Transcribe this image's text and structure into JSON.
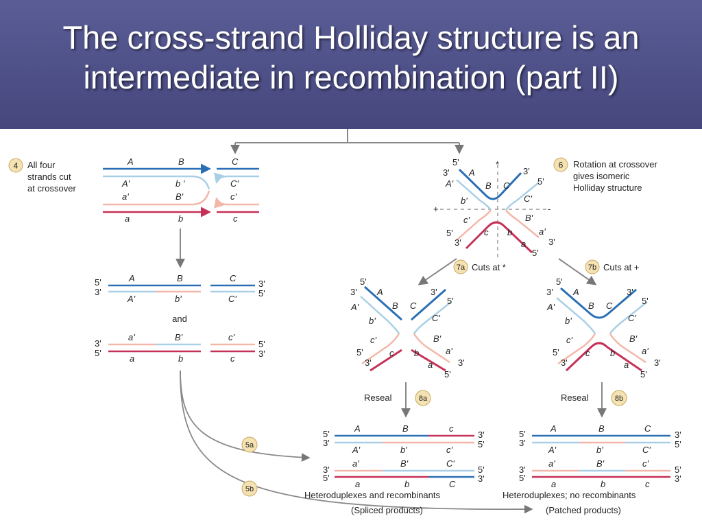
{
  "slide": {
    "title_line1": "The cross-strand Holliday structure is an",
    "title_line2": "intermediate in recombination (part II)"
  },
  "colors": {
    "title_bg": "#4e5088",
    "blue_strand": "#2a6fb5",
    "light_blue_strand": "#a9cfe6",
    "pink_strand": "#f2b7a8",
    "red_strand": "#c63157",
    "arrow_gray": "#888888",
    "badge_fill": "#f5e2b2"
  },
  "diagram": {
    "step4": {
      "badge": "4",
      "caption": [
        "All four",
        "strands cut",
        "at crossover"
      ],
      "top_labels": [
        "A",
        "B",
        "C"
      ],
      "row2": [
        "A'",
        "b '",
        "C'"
      ],
      "row3": [
        "a'",
        "B'",
        "c'"
      ],
      "bottom_labels": [
        "a",
        "b",
        "c"
      ]
    },
    "duplex1": {
      "top": [
        "A",
        "B",
        "C"
      ],
      "bottom": [
        "A'",
        "b'",
        "C'"
      ],
      "left_ends": [
        "5'",
        "3'"
      ],
      "right_ends": [
        "3'",
        "5'"
      ]
    },
    "and_word": "and",
    "duplex2": {
      "top": [
        "a'",
        "B'",
        "c'"
      ],
      "bottom": [
        "a",
        "b",
        "c"
      ],
      "left_ends": [
        "3'",
        "5'"
      ],
      "right_ends": [
        "5'",
        "3'"
      ]
    },
    "step6": {
      "badge": "6",
      "caption": [
        "Rotation at crossover",
        "gives isomeric",
        "Holliday structure"
      ]
    },
    "iso": {
      "ends": [
        "5'",
        "3'",
        "3'",
        "5'",
        "5'",
        "3'",
        "3'",
        "5'"
      ],
      "labels": [
        "A",
        "A'",
        "B",
        "C",
        "b'",
        "C'",
        "c'",
        "B'",
        "c",
        "b",
        "a'",
        "a"
      ],
      "star": "*",
      "plus": "+",
      "minus": "-"
    },
    "step7a": {
      "badge": "7a",
      "caption": "Cuts at *"
    },
    "step7b": {
      "badge": "7b",
      "caption": "Cuts at +"
    },
    "cut_ends": [
      "5'",
      "3'",
      "3'",
      "5'",
      "5'",
      "3'",
      "3'",
      "5'"
    ],
    "cut_labels": [
      "A",
      "A'",
      "B",
      "C",
      "b'",
      "C'",
      "c'",
      "B'",
      "c",
      "b",
      "a'",
      "a"
    ],
    "step8a": {
      "badge": "8a",
      "caption": "Reseal"
    },
    "step8b": {
      "badge": "8b",
      "caption": "Reseal"
    },
    "step5a": {
      "badge": "5a"
    },
    "step5b": {
      "badge": "5b"
    },
    "spliced": {
      "d1_top": [
        "A",
        "B",
        "c"
      ],
      "d1_bottom": [
        "A'",
        "b'",
        "c'"
      ],
      "d2_top": [
        "a'",
        "B'",
        "C'"
      ],
      "d2_bottom": [
        "a",
        "b",
        "C"
      ],
      "ends": [
        "5'",
        "3'",
        "3'",
        "5'",
        "3'",
        "5'",
        "5'",
        "3'"
      ],
      "caption1": "Heteroduplexes and recombinants",
      "caption2": "(Spliced products)"
    },
    "patched": {
      "d1_top": [
        "A",
        "B",
        "C"
      ],
      "d1_bottom": [
        "A'",
        "b'",
        "C'"
      ],
      "d2_top": [
        "a'",
        "B'",
        "c'"
      ],
      "d2_bottom": [
        "a",
        "b",
        "c"
      ],
      "ends": [
        "5'",
        "3'",
        "3'",
        "5'",
        "3'",
        "5'",
        "5'",
        "3'"
      ],
      "caption1": "Heteroduplexes; no recombinants",
      "caption2": "(Patched products)"
    }
  }
}
